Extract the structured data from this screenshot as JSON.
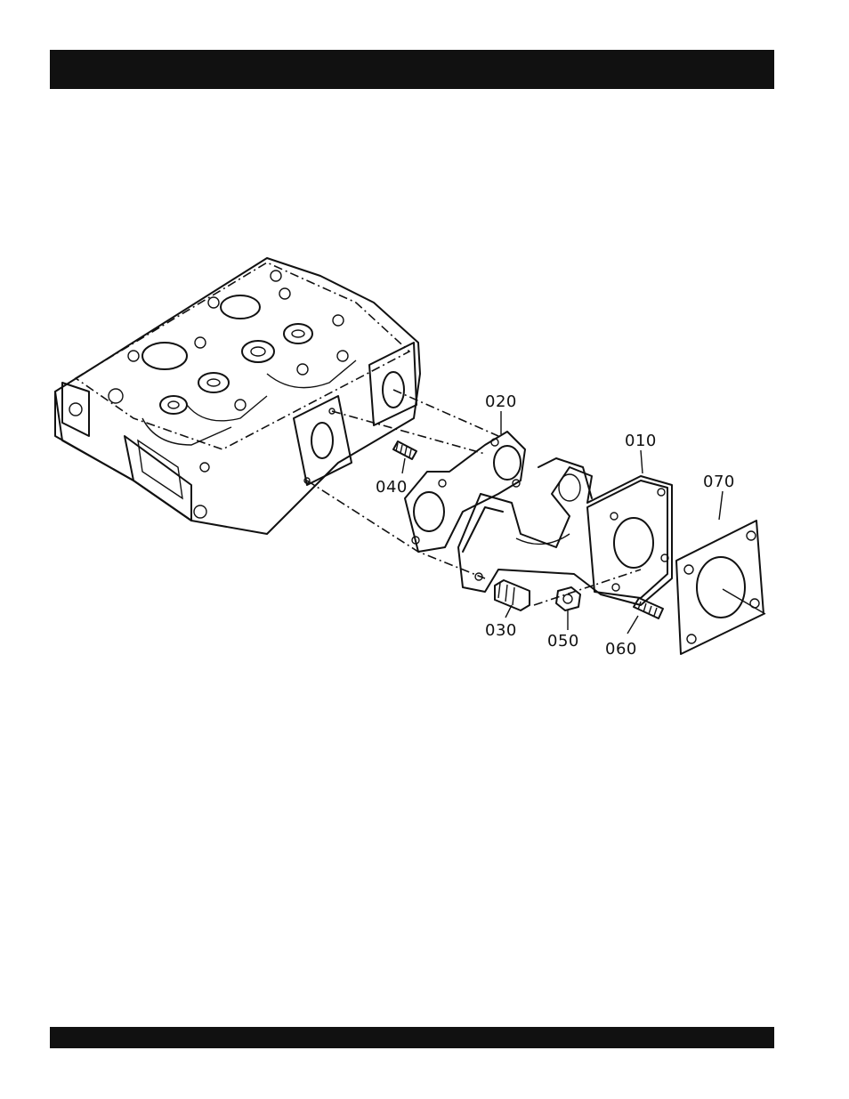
{
  "header": {
    "title": ""
  },
  "footer": {
    "text": ""
  },
  "diagram": {
    "callouts": {
      "p010": "010",
      "p020": "020",
      "p030": "030",
      "p040": "040",
      "p050": "050",
      "p060": "060",
      "p070": "070"
    }
  }
}
